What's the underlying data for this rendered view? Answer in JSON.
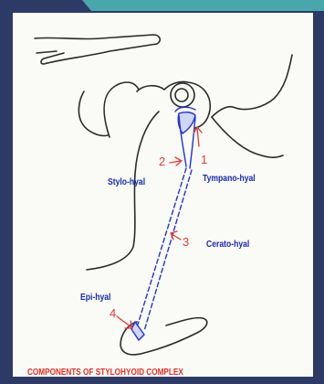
{
  "labels": {
    "stylo_hyal": "Stylo-hyal",
    "tympano_hyal": "Tympano-hyal",
    "cerato_hyal": "Cerato-hyal",
    "epi_hyal": "Epi-hyal"
  },
  "numbers": {
    "n1": "1",
    "n2": "2",
    "n3": "3",
    "n4": "4"
  },
  "caption": "COMPONENTS OF STYLOHYOID COMPLEX",
  "colors": {
    "background": "#2d3a66",
    "accent_corner": "#4aa6ad",
    "paper": "#fafaf7",
    "outline": "#2a2a2a",
    "structure_blue": "#2233c8",
    "label_blue": "#1a2aa8",
    "annotation_red": "#e33a3a"
  }
}
